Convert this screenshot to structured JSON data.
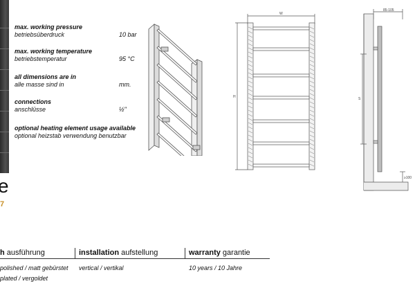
{
  "left_edge": {
    "letter": "e",
    "mark": "7"
  },
  "specs": [
    {
      "en": "max. working pressure",
      "de": "betriebsüberdruck",
      "value": "10 bar"
    },
    {
      "en": "max. working temperature",
      "de": "betriebstemperatur",
      "value": "95 °C"
    },
    {
      "en": "all dimensions are in",
      "de": "alle masse sind in",
      "value": "mm."
    },
    {
      "en": "connections",
      "de": "anschlüsse",
      "value": "½\""
    },
    {
      "en": "optional heating element usage available",
      "de": "optional heizstab verwendung benutzbar",
      "value": ""
    }
  ],
  "drawings": {
    "width_label": "W",
    "height_label": "H",
    "side_top_label": "85-105",
    "side_s_label": "S",
    "side_bottom_label": "≥100"
  },
  "bottom": {
    "finish_en": "h",
    "finish_de": "ausführung",
    "installation_en": "installation",
    "installation_de": "aufstellung",
    "warranty_en": "warranty",
    "warranty_de": "garantie",
    "finish_values": [
      "polished / matt gebürstet",
      "plated / vergoldet"
    ],
    "installation_value": "vertical / vertikal",
    "warranty_value": "10 years / 10 Jahre"
  }
}
